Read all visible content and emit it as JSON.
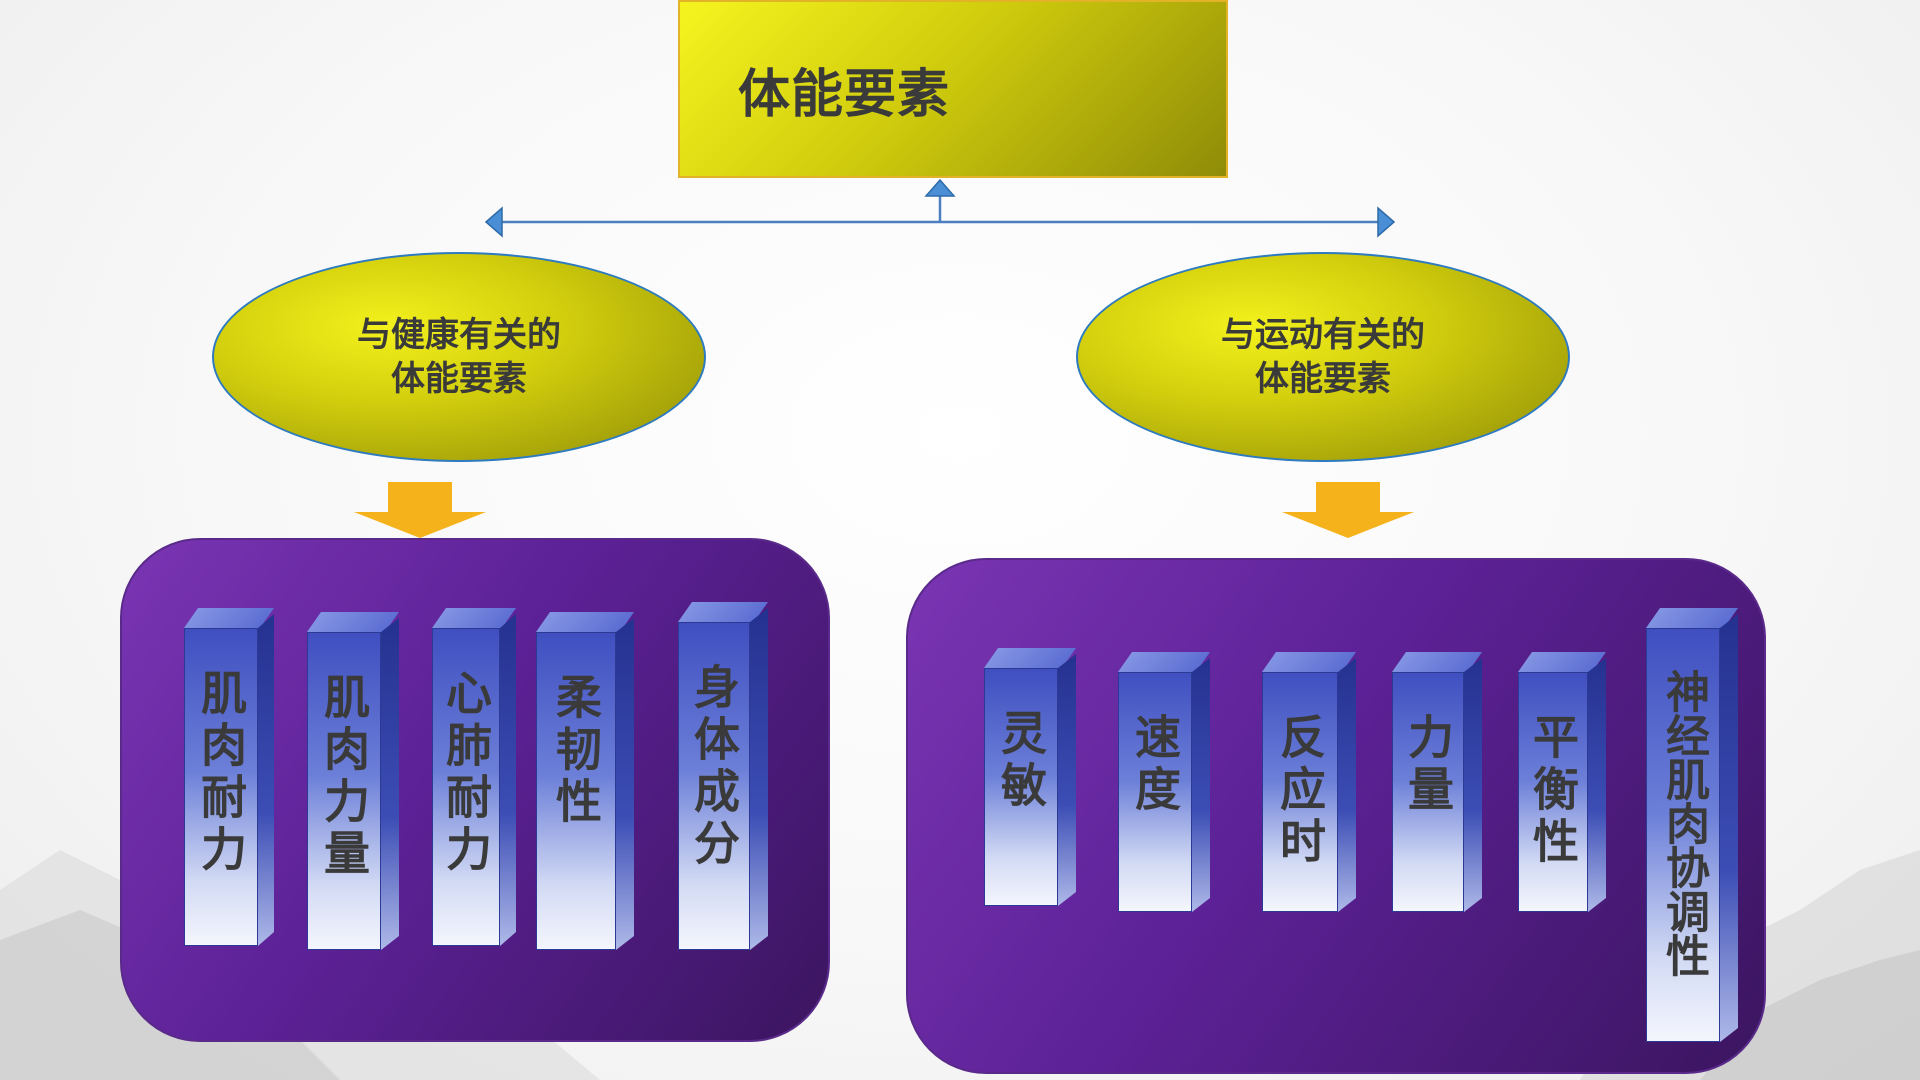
{
  "root": {
    "title": "体能要素"
  },
  "categories": [
    {
      "line1": "与健康有关的",
      "line2": "体能要素"
    },
    {
      "line1": "与运动有关的",
      "line2": "体能要素"
    }
  ],
  "health_components": [
    {
      "label": "肌肉耐力"
    },
    {
      "label": "肌肉力量"
    },
    {
      "label": "心肺耐力"
    },
    {
      "label": "柔韧性"
    },
    {
      "label": "身体成分"
    }
  ],
  "sport_components": [
    {
      "label": "灵敏"
    },
    {
      "label": "速度"
    },
    {
      "label": "反应时"
    },
    {
      "label": "力量"
    },
    {
      "label": "平衡性"
    },
    {
      "label": "神经肌肉协调性"
    }
  ],
  "colors": {
    "title_fill": "#d0cc0d",
    "ellipse_fill": "#c8c40c",
    "panel_fill": "#5c2196",
    "pillar_fill": "#3f4fc0",
    "arrow_orange": "#f6b21a",
    "connector_blue": "#4a7fc0"
  }
}
